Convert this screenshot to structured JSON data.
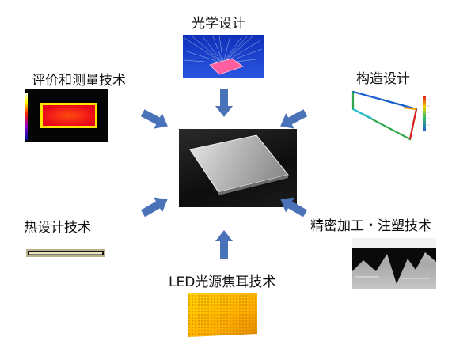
{
  "labels": {
    "optical_design": "光学设计",
    "evaluation_measurement": "评价和测量技术",
    "structure_design": "构造设计",
    "thermal_design": "热设计技术",
    "precision_processing": "精密加工・注塑技术",
    "led_light_focus": "LED光源焦耳技术"
  },
  "colors": {
    "arrow": "#4a72b8",
    "label_text": "#111111"
  }
}
